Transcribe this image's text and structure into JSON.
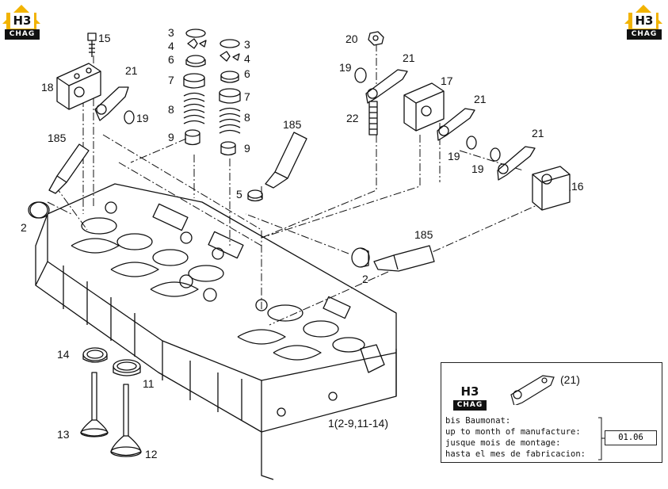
{
  "brand": {
    "mark": "H3",
    "name": "CHAG",
    "color": "#f2b300"
  },
  "callouts": [
    {
      "id": "c15",
      "text": "15"
    },
    {
      "id": "c3a",
      "text": "3"
    },
    {
      "id": "c4a",
      "text": "4"
    },
    {
      "id": "c6a",
      "text": "6"
    },
    {
      "id": "c7a",
      "text": "7"
    },
    {
      "id": "c8a",
      "text": "8"
    },
    {
      "id": "c9a",
      "text": "9"
    },
    {
      "id": "c3b",
      "text": "3"
    },
    {
      "id": "c4b",
      "text": "4"
    },
    {
      "id": "c6b",
      "text": "6"
    },
    {
      "id": "c7b",
      "text": "7"
    },
    {
      "id": "c8b",
      "text": "8"
    },
    {
      "id": "c9b",
      "text": "9"
    },
    {
      "id": "c18",
      "text": "18"
    },
    {
      "id": "c21a",
      "text": "21"
    },
    {
      "id": "c19a",
      "text": "19"
    },
    {
      "id": "c185a",
      "text": "185"
    },
    {
      "id": "c185b",
      "text": "185"
    },
    {
      "id": "c5",
      "text": "5"
    },
    {
      "id": "c2a",
      "text": "2"
    },
    {
      "id": "c20",
      "text": "20"
    },
    {
      "id": "c19b",
      "text": "19"
    },
    {
      "id": "c21b",
      "text": "21"
    },
    {
      "id": "c17",
      "text": "17"
    },
    {
      "id": "c22",
      "text": "22"
    },
    {
      "id": "c21c",
      "text": "21"
    },
    {
      "id": "c21d",
      "text": "21"
    },
    {
      "id": "c19c",
      "text": "19"
    },
    {
      "id": "c19d",
      "text": "19"
    },
    {
      "id": "c16",
      "text": "16"
    },
    {
      "id": "c185c",
      "text": "185"
    },
    {
      "id": "c2b",
      "text": "2"
    },
    {
      "id": "c14",
      "text": "14"
    },
    {
      "id": "c11",
      "text": "11"
    },
    {
      "id": "c13",
      "text": "13"
    },
    {
      "id": "c12",
      "text": "12"
    },
    {
      "id": "c1",
      "text": "1(2-9,11-14)"
    }
  ],
  "inset": {
    "part_ref": "(21)",
    "lines": [
      "bis Baumonat:",
      "up to month of manufacture:",
      "jusque mois de montage:",
      "hasta el mes de fabricacion:"
    ],
    "date": "01.06"
  }
}
